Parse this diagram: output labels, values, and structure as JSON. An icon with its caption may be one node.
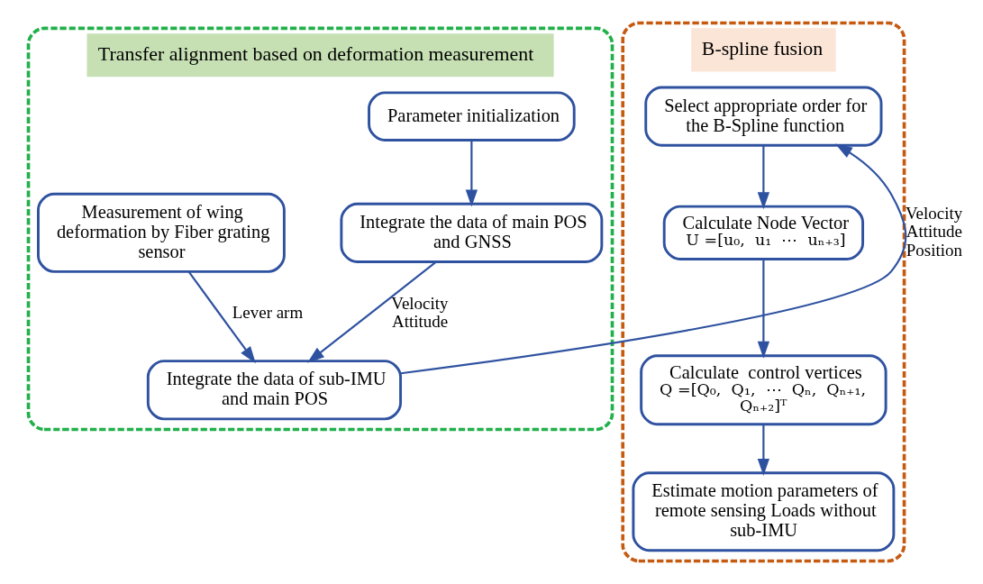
{
  "diagram": {
    "nodes": [
      {
        "text": [
          "Transfer alignment based on deformation measurement"
        ]
      },
      {
        "text": [
          "Parameter initialization"
        ],
        "in": 0
      },
      {
        "text": [
          "Integrate the data of main POS and GNSS"
        ],
        "in": 0
      },
      {
        "text": [
          "Measurement of wing deformation by Fiber grating sensor"
        ],
        "in": 0
      },
      {
        "text": [
          "Integrate the data of sub-IMU and main POS"
        ],
        "in": 0
      },
      {
        "text": [
          "B-spline fusion"
        ]
      },
      {
        "text": [
          "Select appropriate order for the B-Spline function"
        ],
        "in": 5
      },
      {
        "text": [
          "Calculate Node Vector",
          "U =[u₀,  u₁  ⋯  uₙ₊₃]"
        ],
        "in": 5
      },
      {
        "text": [
          "Calculate  control vertices",
          "Q =[Q₀,  Q₁,  ⋯  Qₙ,  Qₙ₊₁,  Qₙ₊₂]ᵀ"
        ],
        "in": 5
      },
      {
        "text": [
          "Estimate motion parameters of remote sensing Loads without sub-IMU"
        ],
        "in": 5
      }
    ],
    "edges": [
      {
        "from": 1,
        "to": 2,
        "arrow": "to"
      },
      {
        "from": 2,
        "to": 4,
        "arrow": "to",
        "label": "Velocity Attitude"
      },
      {
        "from": 3,
        "to": 4,
        "arrow": "to",
        "label": "Lever arm"
      },
      {
        "from": 4,
        "to": 6,
        "arrow": "to",
        "label": "Velocity Attitude Position"
      },
      {
        "from": 6,
        "to": 7,
        "arrow": "to"
      },
      {
        "from": 7,
        "to": 8,
        "arrow": "to"
      },
      {
        "from": 8,
        "to": 9,
        "arrow": "to"
      }
    ]
  }
}
